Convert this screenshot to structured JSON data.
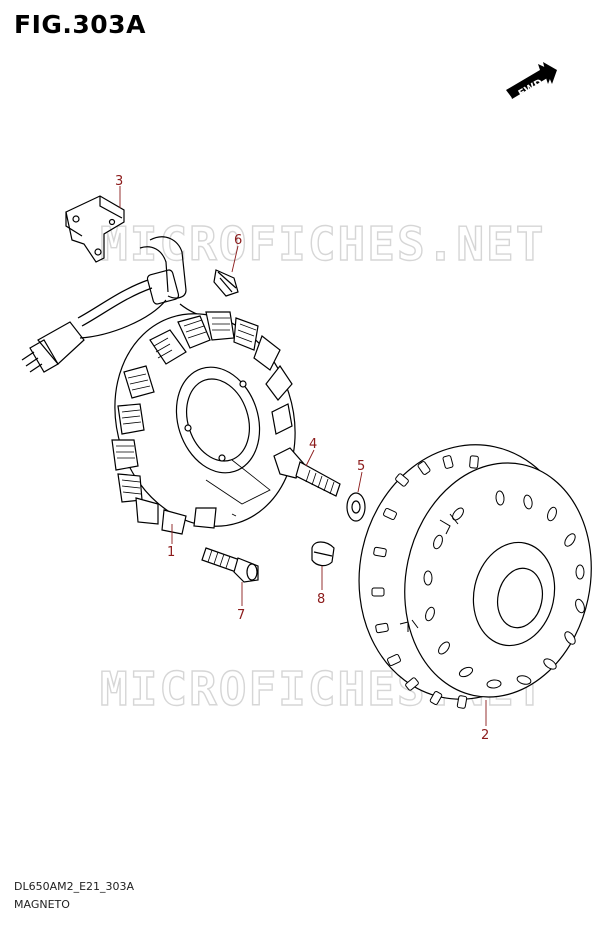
{
  "figure": {
    "title": "FIG.303A",
    "code": "DL650AM2_E21_303A",
    "name": "MAGNETO",
    "fwd_label": "FWD"
  },
  "watermark": "MICROFICHES.NET",
  "callouts": [
    "1",
    "2",
    "3",
    "4",
    "5",
    "6",
    "7",
    "8"
  ],
  "colors": {
    "callout": "#8b1a1a",
    "line": "#000000",
    "watermark": "#d6d6d6"
  }
}
